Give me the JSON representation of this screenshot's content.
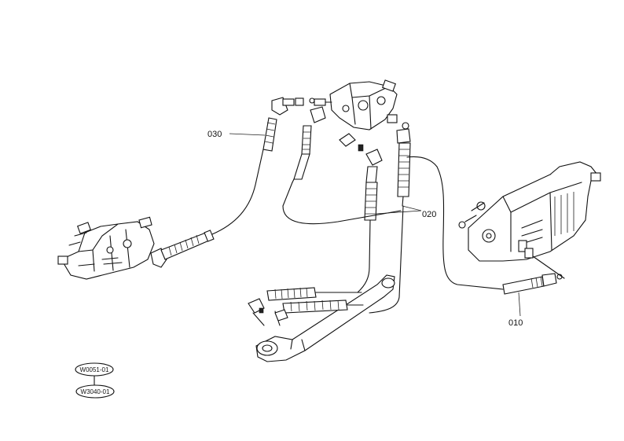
{
  "callouts": {
    "part_030": "030",
    "part_020": "020",
    "part_010": "010"
  },
  "references": {
    "ref_top": "W0051-01",
    "ref_bottom": "W3040-01"
  }
}
